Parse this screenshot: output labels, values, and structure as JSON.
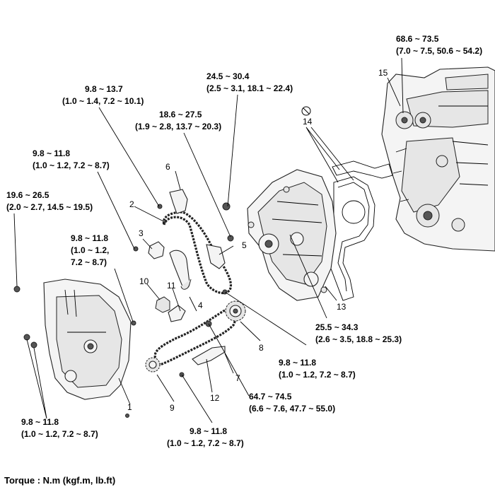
{
  "torque_labels": [
    {
      "id": "t1",
      "value": "9.8 ~ 13.7",
      "detail": "(1.0 ~ 1.4, 7.2 ~ 10.1)"
    },
    {
      "id": "t2",
      "value": "24.5 ~ 30.4",
      "detail": "(2.5 ~ 3.1, 18.1 ~ 22.4)"
    },
    {
      "id": "t3",
      "value": "18.6 ~ 27.5",
      "detail": "(1.9 ~ 2.8, 13.7 ~ 20.3)"
    },
    {
      "id": "t4",
      "value": "9.8 ~ 11.8",
      "detail": "(1.0 ~ 1.2, 7.2 ~ 8.7)"
    },
    {
      "id": "t5",
      "value": "19.6 ~ 26.5",
      "detail": "(2.0 ~ 2.7, 14.5 ~ 19.5)"
    },
    {
      "id": "t6",
      "value": "9.8 ~ 11.8",
      "detail1": "(1.0 ~ 1.2,",
      "detail2": "7.2 ~ 8.7)"
    },
    {
      "id": "t7",
      "value": "68.6 ~ 73.5",
      "detail": "(7.0 ~ 7.5, 50.6 ~ 54.2)"
    },
    {
      "id": "t8",
      "value": "25.5 ~ 34.3",
      "detail": "(2.6 ~ 3.5, 18.8 ~ 25.3)"
    },
    {
      "id": "t9",
      "value": "9.8 ~ 11.8",
      "detail": "(1.0 ~ 1.2, 7.2 ~ 8.7)"
    },
    {
      "id": "t10",
      "value": "64.7 ~ 74.5",
      "detail": "(6.6 ~ 7.6, 47.7 ~ 55.0)"
    },
    {
      "id": "t11",
      "value": "9.8 ~ 11.8",
      "detail": "(1.0 ~ 1.2, 7.2 ~ 8.7)"
    },
    {
      "id": "t12",
      "value": "9.8 ~ 11.8",
      "detail": "(1.0 ~ 1.2, 7.2 ~ 8.7)"
    }
  ],
  "callouts": [
    "1",
    "2",
    "3",
    "4",
    "5",
    "6",
    "7",
    "8",
    "9",
    "10",
    "11",
    "12",
    "13",
    "14",
    "15"
  ],
  "icons": {
    "do_not_reuse": "prohibited-circle-icon"
  },
  "footer": "Torque : N.m (kgf.m, lb.ft)"
}
